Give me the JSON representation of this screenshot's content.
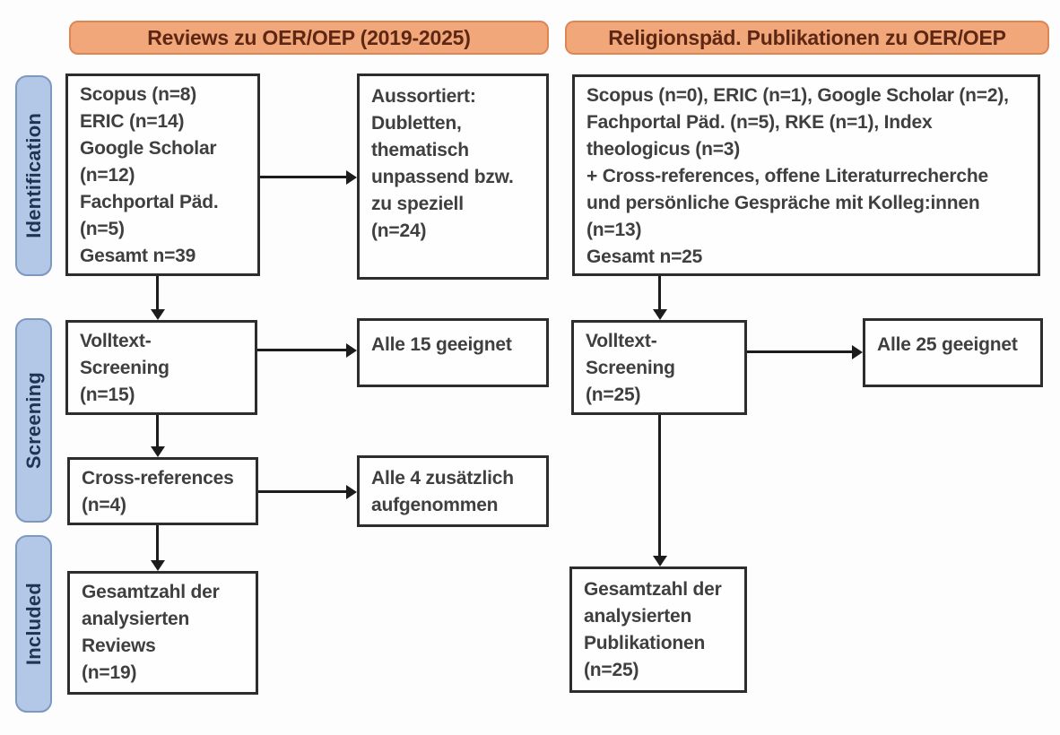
{
  "diagram": {
    "columns": {
      "left_header": "Reviews zu OER/OEP (2019-2025)",
      "right_header": "Religionspäd. Publikationen zu OER/OEP"
    },
    "stages": {
      "identification": "Identification",
      "screening": "Screening",
      "included": "Included"
    },
    "boxes": {
      "left_sources": {
        "lines": [
          "Scopus (n=8)",
          "ERIC (n=14)",
          "Google Scholar",
          "(n=12)",
          "Fachportal Päd.",
          "(n=5)",
          "Gesamt n=39"
        ]
      },
      "left_excluded": {
        "lines": [
          "Aussortiert:",
          "Dubletten,",
          "thematisch",
          "unpassend bzw.",
          "zu speziell",
          "(n=24)"
        ]
      },
      "right_sources": {
        "lines": [
          "Scopus (n=0), ERIC (n=1), Google Scholar (n=2),",
          "Fachportal Päd. (n=5), RKE (n=1), Index",
          "theologicus (n=3)",
          "+ Cross-references, offene Literaturrecherche",
          "und persönliche Gespräche mit Kolleg:innen",
          "(n=13)",
          "Gesamt n=25"
        ]
      },
      "left_fulltext": {
        "lines": [
          "Volltext-",
          "Screening",
          "(n=15)"
        ]
      },
      "left_eligible": {
        "lines": [
          "Alle 15 geeignet"
        ]
      },
      "left_crossref": {
        "lines": [
          "Cross-references",
          "(n=4)"
        ]
      },
      "left_added": {
        "lines": [
          "Alle 4 zusätzlich",
          "aufgenommen"
        ]
      },
      "left_total": {
        "lines": [
          "Gesamtzahl der",
          "analysierten",
          "Reviews",
          "(n=19)"
        ]
      },
      "right_fulltext": {
        "lines": [
          "Volltext-",
          "Screening",
          "(n=25)"
        ]
      },
      "right_eligible": {
        "lines": [
          "Alle 25 geeignet"
        ]
      },
      "right_total": {
        "lines": [
          "Gesamtzahl der",
          "analysierten",
          "Publikationen",
          "(n=25)"
        ]
      }
    },
    "colors": {
      "header_fill": "#f2a77b",
      "header_border": "#dd8655",
      "header_text": "#5e2713",
      "stage_fill": "#b3c7e6",
      "stage_border": "#7d98c1",
      "stage_text": "#1f3455",
      "box_border": "#2d2d2d",
      "box_text": "#3f3f3f",
      "arrow": "#1c1c1c"
    }
  }
}
